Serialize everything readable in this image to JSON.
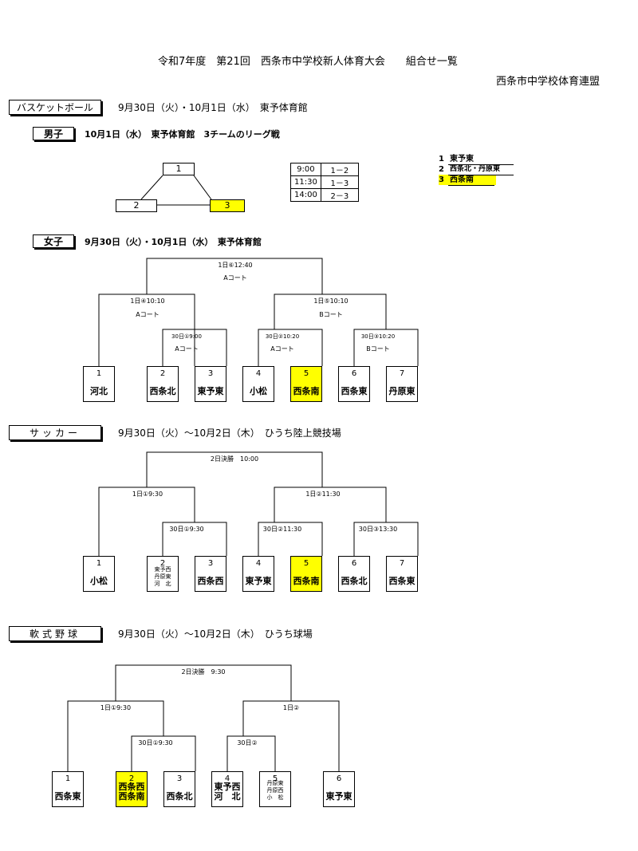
{
  "header": {
    "title": "令和7年度　第21回　西条市中学校新人体育大会　　組合せ一覧",
    "organizer": "西条市中学校体育連盟"
  },
  "basketball": {
    "label": "バスケットボール",
    "info": "9月30日（火）・10月1日（水）　東予体育館",
    "boys": {
      "label": "男子",
      "info": "10月1日（水）　東予体育館　3チームのリーグ戦",
      "boxes": [
        "1",
        "2",
        "3"
      ],
      "schedule": [
        {
          "time": "9:00",
          "match": "1－2"
        },
        {
          "time": "11:30",
          "match": "1－3"
        },
        {
          "time": "14:00",
          "match": "2－3"
        }
      ],
      "standings": [
        {
          "rank": "1",
          "team": "東予東"
        },
        {
          "rank": "2",
          "team": "西条北・丹原東"
        },
        {
          "rank": "3",
          "team": "西条南"
        }
      ]
    },
    "girls": {
      "label": "女子",
      "info": "9月30日（火）・10月1日（水）　東予体育館",
      "final": {
        "l1": "1日⑥12:40",
        "l2": "Aコート"
      },
      "semi_left": {
        "l1": "1日④10:10",
        "l2": "Aコート"
      },
      "semi_right": {
        "l1": "1日⑤10:10",
        "l2": "Bコート"
      },
      "r1_a": {
        "l1": "30日①9:00",
        "l2": "Aコート"
      },
      "r1_b": {
        "l1": "30日②10:20",
        "l2": "Aコート"
      },
      "r1_c": {
        "l1": "30日③10:20",
        "l2": "Bコート"
      },
      "teams": [
        {
          "num": "1",
          "name": "河北"
        },
        {
          "num": "2",
          "name": "西条北"
        },
        {
          "num": "3",
          "name": "東予東"
        },
        {
          "num": "4",
          "name": "小松"
        },
        {
          "num": "5",
          "name": "西条南"
        },
        {
          "num": "6",
          "name": "西条東"
        },
        {
          "num": "7",
          "name": "丹原東"
        }
      ]
    }
  },
  "soccer": {
    "label": "サッカー",
    "info": "9月30日（火）～10月2日（木）　ひうち陸上競技場",
    "final": "2日決勝　10:00",
    "semi_left": "1日①9:30",
    "semi_right": "1日②11:30",
    "r1_a": "30日①9:30",
    "r1_b": "30日②11:30",
    "r1_c": "30日③13:30",
    "teams": [
      {
        "num": "1",
        "name": "小松"
      },
      {
        "num": "2",
        "name": "東予西\n丹原東\n河　北"
      },
      {
        "num": "3",
        "name": "西条西"
      },
      {
        "num": "4",
        "name": "東予東"
      },
      {
        "num": "5",
        "name": "西条南"
      },
      {
        "num": "6",
        "name": "西条北"
      },
      {
        "num": "7",
        "name": "西条東"
      }
    ]
  },
  "baseball": {
    "label": "軟式野球",
    "info": "9月30日（火）～10月2日（木）　ひうち球場",
    "final": "2日決勝　9:30",
    "semi_left": "1日①9:30",
    "semi_right": "1日②",
    "r1_a": "30日①9:30",
    "r1_b": "30日②",
    "teams": [
      {
        "num": "1",
        "name": "西条東"
      },
      {
        "num": "2",
        "name": "西条西\n西条南"
      },
      {
        "num": "3",
        "name": "西条北"
      },
      {
        "num": "4",
        "name": "東予西\n河　北"
      },
      {
        "num": "5",
        "name": "丹原東\n丹原西\n小　松"
      },
      {
        "num": "6",
        "name": "東予東"
      }
    ]
  },
  "colors": {
    "highlight": "#ffff00"
  }
}
